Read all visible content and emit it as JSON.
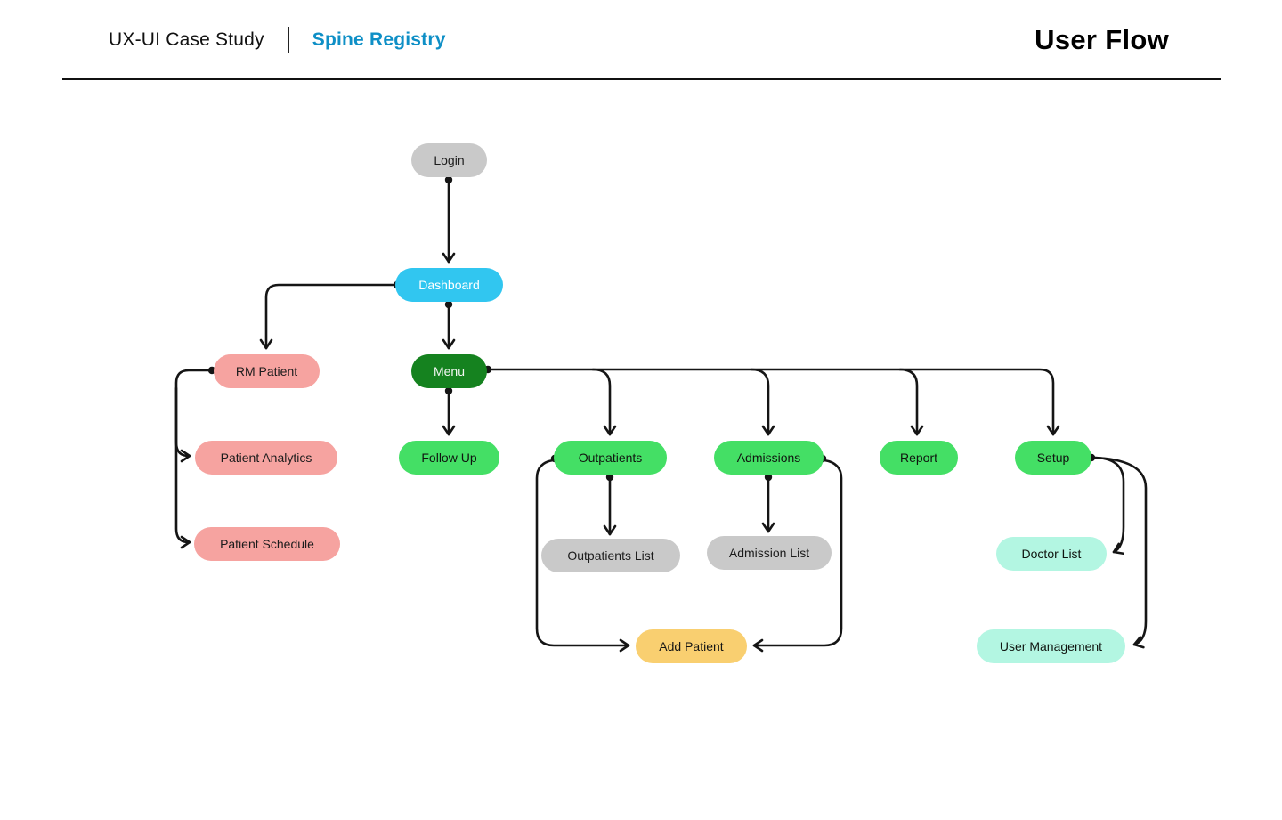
{
  "header": {
    "project": "UX-UI Case Study",
    "product": "Spine Registry",
    "title": "User Flow"
  },
  "colors": {
    "accent_blue": "#0E8FC6",
    "node_gray": "#C9C9C9",
    "node_cyan": "#31C6F0",
    "node_pink": "#F6A3A0",
    "node_dark_green": "#15821F",
    "node_green": "#44DF65",
    "node_yellow": "#F9CF70",
    "node_mint": "#B3F6E2",
    "connector_black": "#151515"
  },
  "diagram": {
    "nodes": {
      "login": {
        "label": "Login"
      },
      "dashboard": {
        "label": "Dashboard"
      },
      "rm_patient": {
        "label": "RM Patient"
      },
      "menu": {
        "label": "Menu"
      },
      "patient_analytics": {
        "label": "Patient Analytics"
      },
      "patient_schedule": {
        "label": "Patient Schedule"
      },
      "follow_up": {
        "label": "Follow Up"
      },
      "outpatients": {
        "label": "Outpatients"
      },
      "admissions": {
        "label": "Admissions"
      },
      "report": {
        "label": "Report"
      },
      "setup": {
        "label": "Setup"
      },
      "outpatients_list": {
        "label": "Outpatients List"
      },
      "admission_list": {
        "label": "Admission List"
      },
      "add_patient": {
        "label": "Add Patient"
      },
      "doctor_list": {
        "label": "Doctor List"
      },
      "user_management": {
        "label": "User Management"
      }
    },
    "edges": [
      {
        "from": "Login",
        "to": "Dashboard"
      },
      {
        "from": "Dashboard",
        "to": "RM Patient"
      },
      {
        "from": "Dashboard",
        "to": "Menu"
      },
      {
        "from": "RM Patient",
        "to": "Patient Analytics"
      },
      {
        "from": "RM Patient",
        "to": "Patient Schedule"
      },
      {
        "from": "Menu",
        "to": "Follow Up"
      },
      {
        "from": "Menu",
        "to": "Outpatients"
      },
      {
        "from": "Menu",
        "to": "Admissions"
      },
      {
        "from": "Menu",
        "to": "Report"
      },
      {
        "from": "Menu",
        "to": "Setup"
      },
      {
        "from": "Outpatients",
        "to": "Outpatients List"
      },
      {
        "from": "Outpatients",
        "to": "Add Patient"
      },
      {
        "from": "Admissions",
        "to": "Admission List"
      },
      {
        "from": "Admissions",
        "to": "Add Patient"
      },
      {
        "from": "Setup",
        "to": "Doctor List"
      },
      {
        "from": "Setup",
        "to": "User Management"
      }
    ]
  }
}
